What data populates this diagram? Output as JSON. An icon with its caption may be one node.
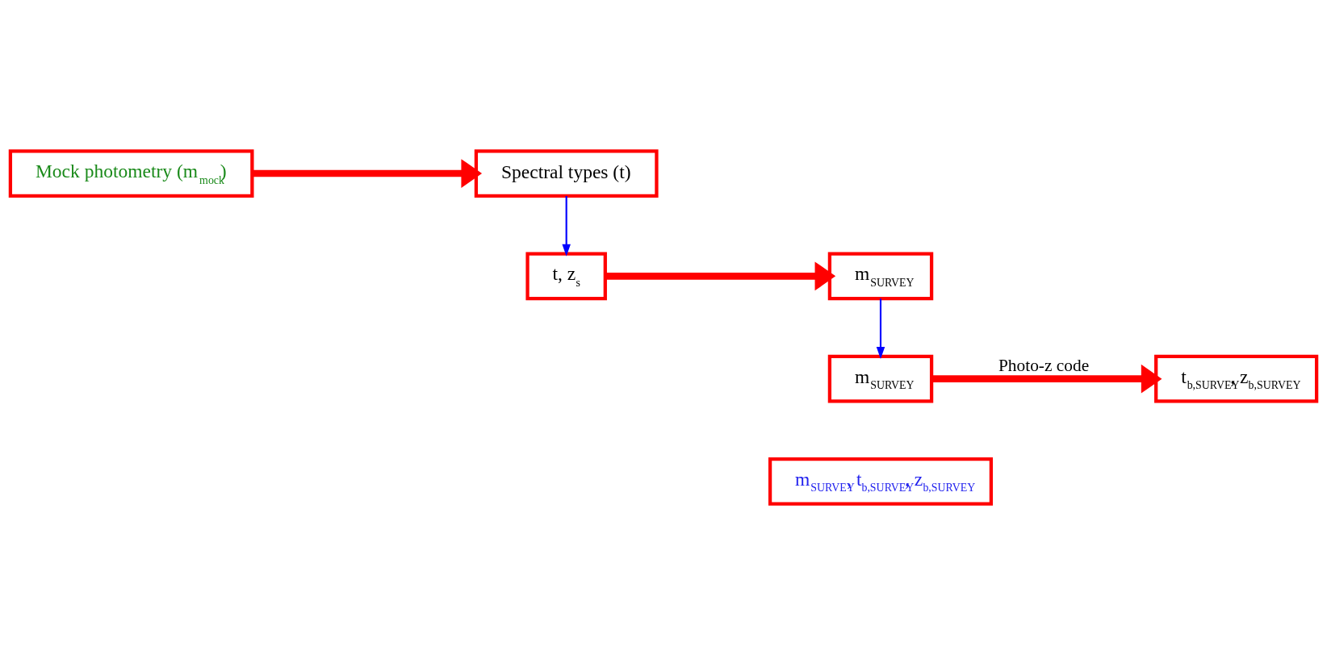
{
  "diagram": {
    "nodes": [
      {
        "text": [
          "Mock photometry (m$_{mock}$)"
        ]
      },
      {
        "text": [
          "Spectral types (t)"
        ]
      },
      {
        "text": [
          "t, z$_{s}$"
        ]
      },
      {
        "text": [
          "m$_{SURVEY}$"
        ]
      },
      {
        "text": [
          "m$_{SURVEY}$"
        ]
      },
      {
        "text": [
          "t$_{b,SURVEY}$, z$_{b,SURVEY}$"
        ]
      },
      {
        "text": [
          "m$_{SURVEY}$, t$_{b,SURVEY}$, z$_{b,SURVEY}$"
        ]
      }
    ],
    "edges": [
      {
        "from": 0,
        "to": 1,
        "arrow": "to"
      },
      {
        "from": 1,
        "to": 2,
        "arrow": "to",
        "color": "#0000ff"
      },
      {
        "from": 2,
        "to": 3,
        "arrow": "to"
      },
      {
        "from": 3,
        "to": 4,
        "arrow": "to",
        "color": "#0000ff"
      },
      {
        "from": 4,
        "to": 5,
        "arrow": "to",
        "label": "Photo-z code"
      }
    ]
  }
}
